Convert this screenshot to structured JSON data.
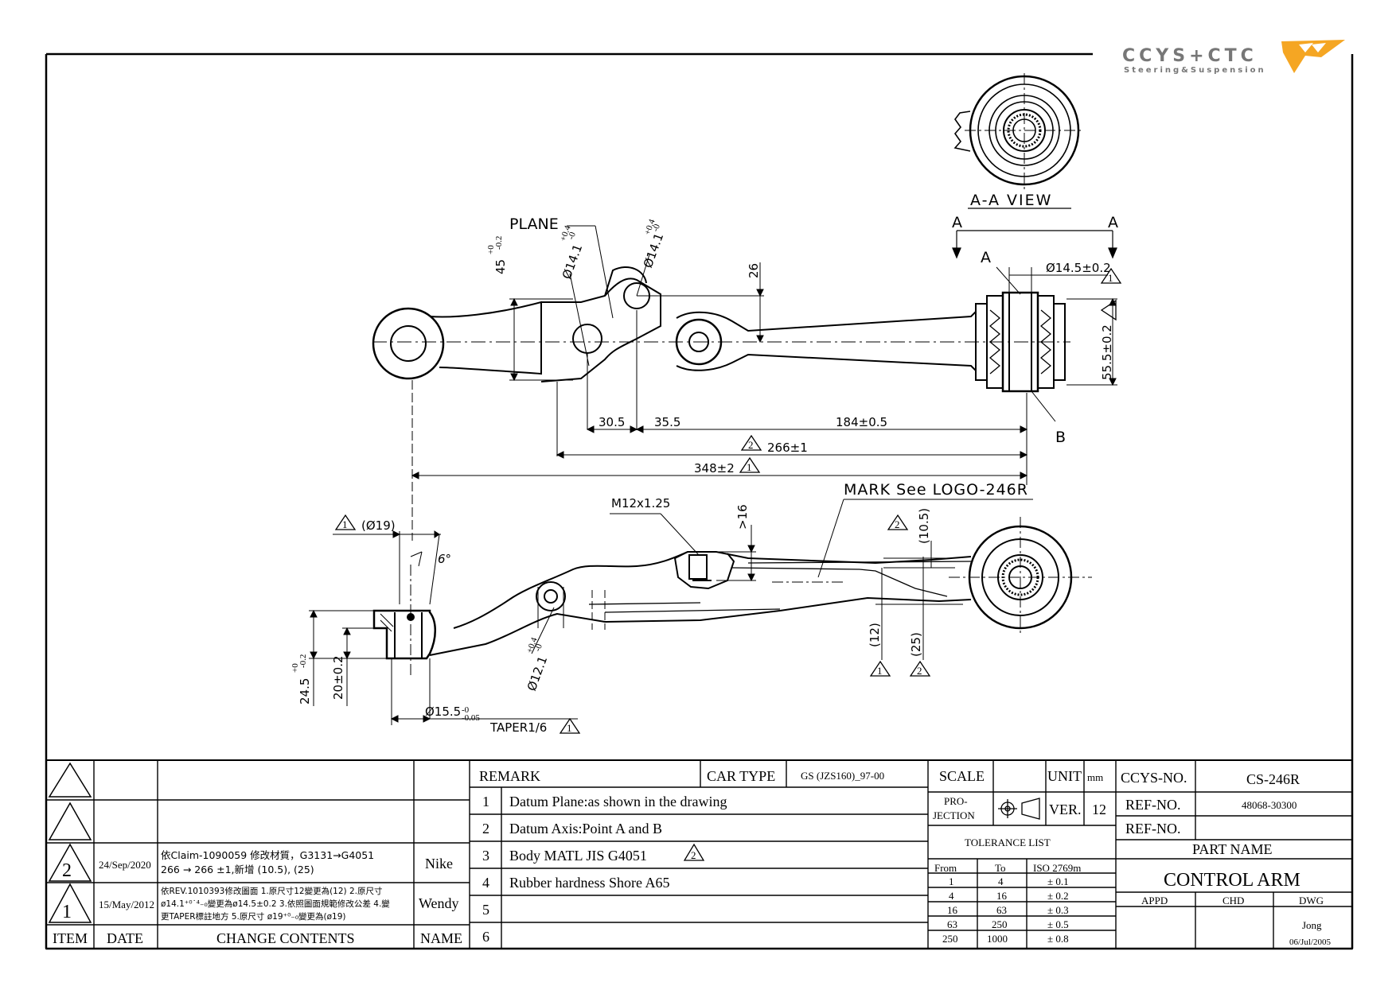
{
  "logo": {
    "text": "CCYS+CTC",
    "tagline": "Steering&Suspension"
  },
  "views": {
    "aa_view": "A-A VIEW",
    "section_a_left": "A",
    "section_a_right": "A",
    "point_a": "A",
    "point_b": "B",
    "plane": "PLANE",
    "mark": "MARK See LOGO-246R",
    "thread": "M12x1.25"
  },
  "dims": {
    "d45": "45",
    "d45_tol_up": "+0",
    "d45_tol_dn": "-0.2",
    "d14_1a": "Ø14.1",
    "d14_1a_tol_up": "+0.4",
    "d14_1a_tol_dn": "-0",
    "d14_1b": "Ø14.1",
    "d14_1b_tol_up": "+0.4",
    "d14_1b_tol_dn": "-0",
    "d26": "26",
    "d14_5": "Ø14.5±0.2",
    "d55_5": "55.5±0.2",
    "d30_5": "30.5",
    "d35_5": "35.5",
    "d184": "184±0.5",
    "d266": "266±1",
    "d348": "348±2",
    "d19": "(Ø19)",
    "d6": "6°",
    "d16": ">16",
    "d10_5": "(10.5)",
    "d12": "(12)",
    "d25": "(25)",
    "d12_1": "Ø12.1",
    "d12_1_tol_up": "+0.4",
    "d12_1_tol_dn": "-0",
    "d24_5": "24.5",
    "d24_5_tol_up": "+0",
    "d24_5_tol_dn": "-0.2",
    "d20": "20±0.2",
    "d15_5": "Ø15.5",
    "d15_5_tol_up": "-0",
    "d15_5_tol_dn": "-0.05",
    "taper": "TAPER1/6"
  },
  "revision_markers": {
    "rev1": "1",
    "rev2": "2"
  },
  "revisions": {
    "header": {
      "item": "ITEM",
      "date": "DATE",
      "contents": "CHANGE CONTENTS",
      "name": "NAME"
    },
    "rows": [
      {
        "item": "2",
        "date": "24/Sep/2020",
        "line1": "依Claim-1090059 修改材質，G3131→G4051",
        "line2": "266 → 266 ±1,新增 (10.5), (25)",
        "name": "Nike"
      },
      {
        "item": "1",
        "date": "15/May/2012",
        "line1": "依REV.1010393修改圖面 1.原尺寸12變更為(12) 2.原尺寸",
        "line2": "ø14.1⁺⁰˙⁴₋₀變更為ø14.5±0.2 3.依照圖面規範修改公差 4.變",
        "line3": "更TAPER標註地方 5.原尺寸 ø19⁺⁰₋₀變更為(ø19)",
        "name": "Wendy"
      }
    ]
  },
  "remarks": {
    "header": "REMARK",
    "car_type_label": "CAR TYPE",
    "car_type": "GS (JZS160)_97-00",
    "items": [
      {
        "no": "1",
        "text": "Datum Plane:as shown in the drawing"
      },
      {
        "no": "2",
        "text": "Datum Axis:Point A and B"
      },
      {
        "no": "3",
        "text": "Body MATL JIS G4051"
      },
      {
        "no": "4",
        "text": "Rubber hardness Shore A65"
      },
      {
        "no": "5",
        "text": ""
      },
      {
        "no": "6",
        "text": ""
      }
    ]
  },
  "meta": {
    "scale_label": "SCALE",
    "scale": "",
    "unit_label": "UNIT",
    "unit": "mm",
    "projection_line1": "PRO-",
    "projection_line2": "JECTION",
    "ver_label": "VER.",
    "ver": "12"
  },
  "tolerance": {
    "title": "TOLERANCE LIST",
    "headers": [
      "From",
      "To",
      "ISO 2769m"
    ],
    "rows": [
      [
        "1",
        "4",
        "± 0.1"
      ],
      [
        "4",
        "16",
        "± 0.2"
      ],
      [
        "16",
        "63",
        "± 0.3"
      ],
      [
        "63",
        "250",
        "± 0.5"
      ],
      [
        "250",
        "1000",
        "± 0.8"
      ]
    ]
  },
  "part": {
    "ccys_label": "CCYS-NO.",
    "ccys_no": "CS-246R",
    "ref_label_1": "REF-NO.",
    "ref_no_1": "48068-30300",
    "ref_label_2": "REF-NO.",
    "ref_no_2": "",
    "name_label": "PART NAME",
    "name": "CONTROL ARM",
    "appd_label": "APPD",
    "chd_label": "CHD",
    "dwg_label": "DWG",
    "drawn_by": "Jong",
    "drawn_date": "06/Jul/2005"
  }
}
